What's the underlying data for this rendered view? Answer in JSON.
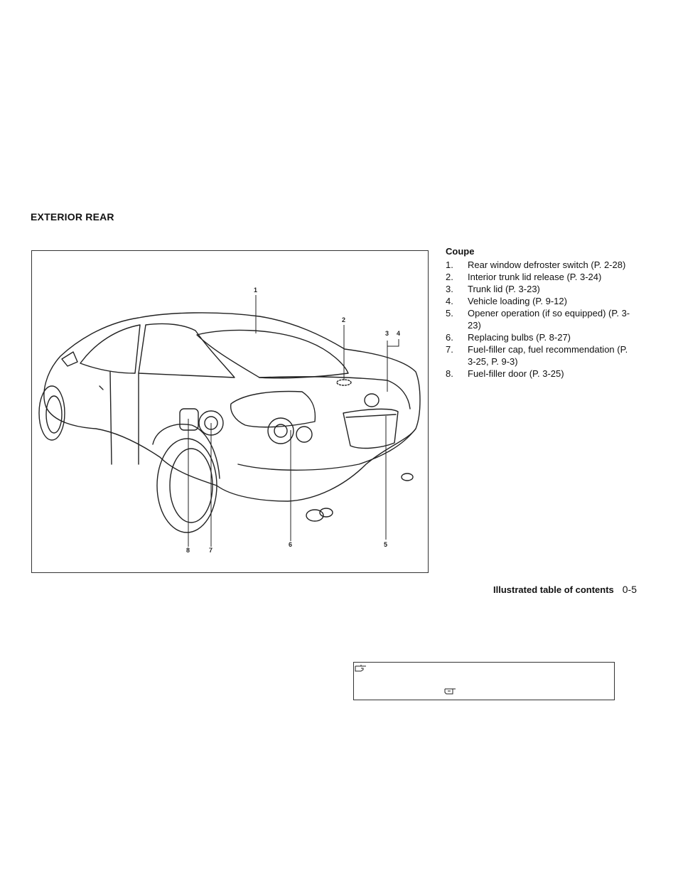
{
  "section": {
    "title": "EXTERIOR REAR"
  },
  "figure": {
    "callouts": {
      "c1": "1",
      "c2": "2",
      "c3": "3",
      "c4": "4",
      "c5": "5",
      "c6": "6",
      "c7": "7",
      "c8": "8"
    }
  },
  "legend": {
    "heading": "Coupe",
    "items": [
      {
        "num": "1.",
        "text": "Rear window defroster switch (P. 2-28)"
      },
      {
        "num": "2.",
        "text": "Interior trunk lid release (P. 3-24)"
      },
      {
        "num": "3.",
        "text": "Trunk lid (P. 3-23)"
      },
      {
        "num": "4.",
        "text": "Vehicle loading (P. 9-12)"
      },
      {
        "num": "5.",
        "text": "Opener operation (if so equipped) (P. 3-23)"
      },
      {
        "num": "6.",
        "text": "Replacing bulbs (P. 8-27)"
      },
      {
        "num": "7.",
        "text": "Fuel-filler cap, fuel recommendation (P. 3-25, P. 9-3)"
      },
      {
        "num": "8.",
        "text": "Fuel-filler door (P. 3-25)"
      }
    ]
  },
  "footer": {
    "title": "Illustrated table of contents",
    "page": "0-5"
  },
  "icons": {
    "note_icon_1": "pointing-hand-icon",
    "note_icon_2": "pointing-hand-icon"
  }
}
